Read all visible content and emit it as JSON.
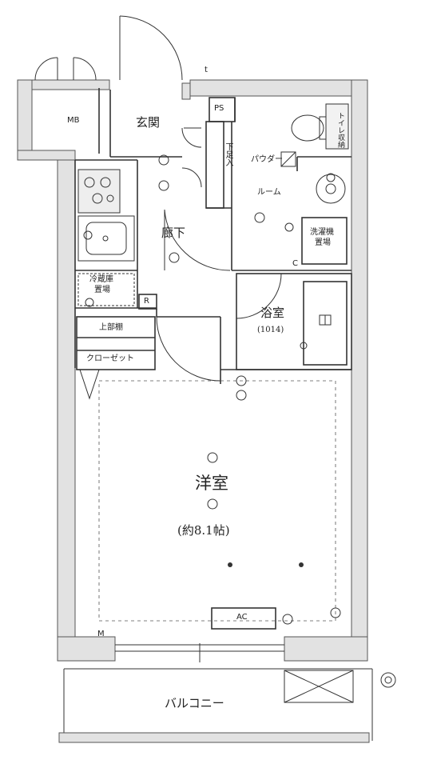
{
  "rooms": {
    "mb": "MB",
    "entrance": "玄関",
    "ps": "PS",
    "shoe_storage": "下足入",
    "powder_room_1": "パウダー",
    "powder_room_2": "ルーム",
    "hallway": "廊下",
    "washer_space_1": "洗濯機",
    "washer_space_2": "置場",
    "fridge_space_1": "冷蔵庫",
    "fridge_space_2": "置場",
    "bathroom": "浴室",
    "bathroom_size": "(1014)",
    "upper_shelf": "上部棚",
    "closet": "クローゼット",
    "western_room": "洋室",
    "western_room_size": "(約8.1帖)",
    "ac": "AC",
    "balcony": "バルコニー",
    "toilet_side": "トイレ収納"
  },
  "symbols": {
    "r": "R",
    "c": "C",
    "m": "M",
    "t": "t"
  },
  "colors": {
    "wall": "#e2e2e2",
    "wall_edge": "#555555",
    "line": "#333333"
  }
}
